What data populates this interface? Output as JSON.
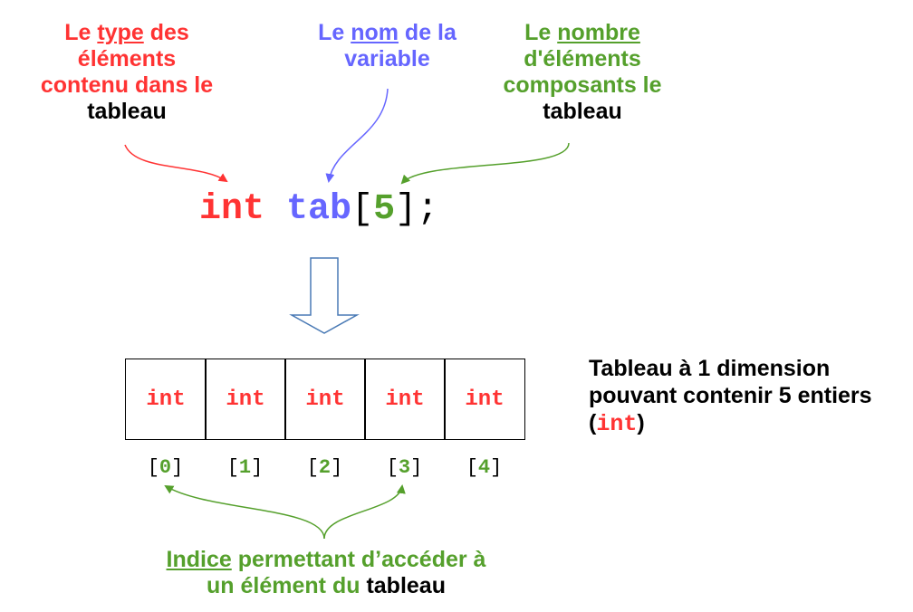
{
  "type_label": {
    "w1": "Le ",
    "w2": "type",
    "w3": " des",
    "line2": "éléments",
    "line3": "contenu dans le",
    "line4": "tableau"
  },
  "name_label": {
    "w1": "Le ",
    "w2": "nom",
    "w3": " de la",
    "line2": "variable"
  },
  "size_label": {
    "w1": "Le ",
    "w2": "nombre",
    "line2": "d'éléments",
    "line3": "composants le",
    "line4": "tableau"
  },
  "declaration": {
    "type": "int",
    "name": "tab",
    "open": "[",
    "size": "5",
    "close": "];"
  },
  "cells": [
    "int",
    "int",
    "int",
    "int",
    "int"
  ],
  "indices": [
    "0",
    "1",
    "2",
    "3",
    "4"
  ],
  "description": {
    "line1": "Tableau à 1 dimension",
    "line2": "pouvant contenir 5 entiers",
    "paren_open": "(",
    "code": "int",
    "paren_close": ")"
  },
  "index_label": {
    "w1": "Indice",
    "w2": " permettant d’accéder à",
    "line2": "un élément du ",
    "w3": "tableau"
  },
  "colors": {
    "type": "#ff3333",
    "name": "#6666ff",
    "size": "#55a02c",
    "text": "#000000"
  }
}
